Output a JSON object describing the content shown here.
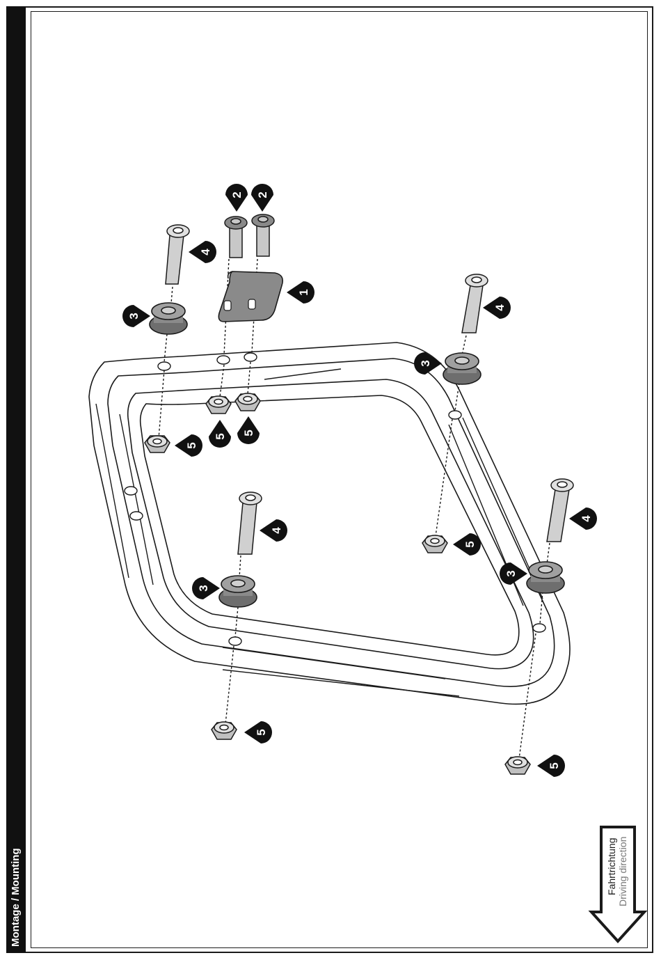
{
  "side_title": "Montage / Mounting",
  "direction": {
    "line1": "Fahrtrichtung",
    "line2": "Driving direction"
  },
  "callouts": {
    "part1": "1",
    "part2": "2",
    "part3": "3",
    "part4": "4",
    "part5": "5"
  },
  "colors": {
    "line": "#1a1a1a",
    "part_fill": "#8a8a8a",
    "part_light": "#c8c8c8",
    "callout_fill": "#111111",
    "direction_secondary": "#777777"
  }
}
